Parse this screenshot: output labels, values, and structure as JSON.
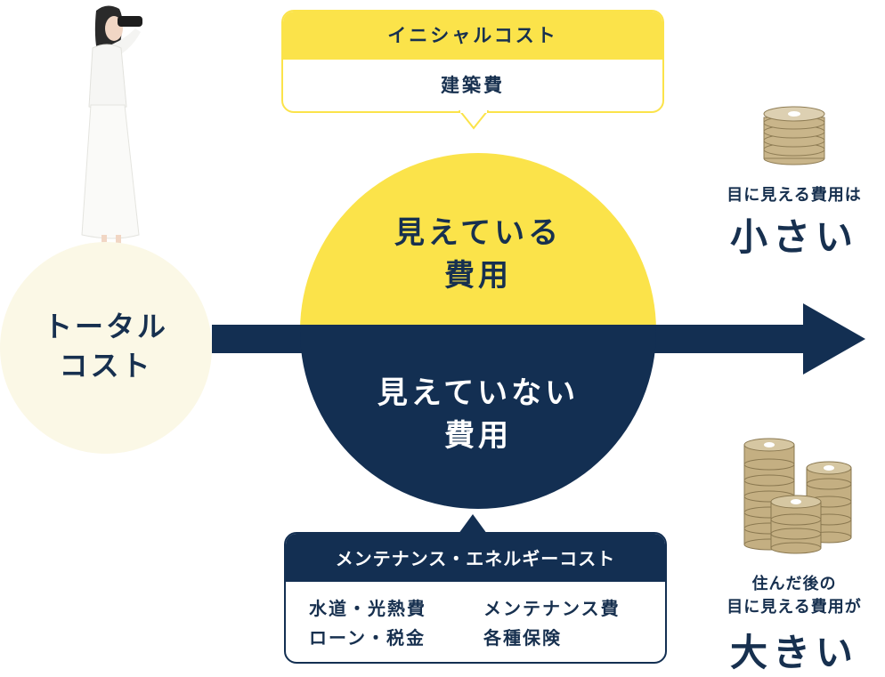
{
  "total": {
    "line1": "トータル",
    "line2": "コスト"
  },
  "center": {
    "visible_line1": "見えている",
    "visible_line2": "費用",
    "invisible_line1": "見えていない",
    "invisible_line2": "費用"
  },
  "initial_cost": {
    "title": "イニシャルコスト",
    "item": "建築費"
  },
  "maintenance_cost": {
    "title": "メンテナンス・エネルギーコスト",
    "items": [
      [
        "水道・光熱費",
        "メンテナンス費"
      ],
      [
        "ローン・税金",
        "各種保険"
      ]
    ]
  },
  "right_top": {
    "caption": "目に見える費用は",
    "emphasis": "小さい"
  },
  "right_bottom": {
    "caption_line1": "住んだ後の",
    "caption_line2": "目に見える費用が",
    "emphasis": "大きい"
  },
  "colors": {
    "navy": "#132f52",
    "yellow": "#fbe34a",
    "cream": "#fbf8e6"
  },
  "icons": [
    "binoculars-woman-figure",
    "coin-stack-small",
    "coin-stack-large"
  ]
}
